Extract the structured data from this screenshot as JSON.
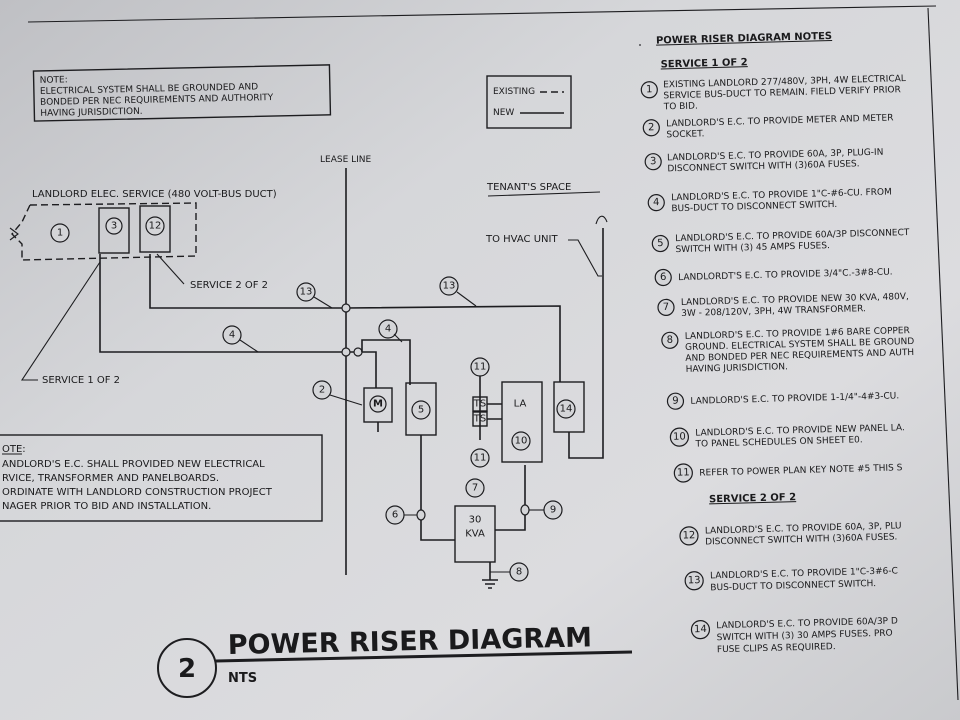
{
  "ground_note": {
    "heading": "NOTE:",
    "lines": [
      "ELECTRICAL SYSTEM SHALL BE GROUNDED AND",
      "BONDED PER NEC REQUIREMENTS AND AUTHORITY",
      "HAVING JURISDICTION."
    ]
  },
  "legend": {
    "existing": "EXISTING",
    "new": "NEW"
  },
  "diagram": {
    "lease_line": "LEASE LINE",
    "landlord_service": "LANDLORD ELEC. SERVICE (480 VOLT-BUS DUCT)",
    "tenants_space": "TENANT'S SPACE",
    "to_hvac": "TO HVAC UNIT",
    "service_2": "SERVICE 2 OF 2",
    "service_1": "SERVICE 1 OF 2",
    "meter": "M",
    "panel_la": "LA",
    "transformer_a": "30",
    "transformer_b": "KVA",
    "ts": "TS",
    "tags": {
      "n1": "1",
      "n2": "2",
      "n3": "3",
      "n4": "4",
      "n5": "5",
      "n6": "6",
      "n7": "7",
      "n8": "8",
      "n9": "9",
      "n10": "10",
      "n11": "11",
      "n12": "12",
      "n13": "13",
      "n14": "14"
    }
  },
  "bottom_note": {
    "heading": "OTE:",
    "lines": [
      "ANDLORD'S E.C. SHALL PROVIDED NEW ELECTRICAL",
      "RVICE, TRANSFORMER AND PANELBOARDS.",
      "ORDINATE WITH LANDLORD CONSTRUCTION PROJECT",
      "NAGER PRIOR TO BID AND INSTALLATION."
    ]
  },
  "title_block": {
    "number": "2",
    "title": "POWER RISER DIAGRAM",
    "scale": "NTS"
  },
  "notes": {
    "title": "POWER RISER DIAGRAM NOTES",
    "section1": "SERVICE 1 OF 2",
    "section2": "SERVICE 2 OF 2",
    "items": [
      {
        "num": "1",
        "lines": [
          "EXISTING LANDLORD 277/480V, 3PH, 4W ELECTRICAL",
          "SERVICE BUS-DUCT TO REMAIN.  FIELD VERIFY PRIOR",
          "TO BID."
        ]
      },
      {
        "num": "2",
        "lines": [
          "LANDLORD'S E.C. TO PROVIDE METER AND METER",
          "SOCKET."
        ]
      },
      {
        "num": "3",
        "lines": [
          "LANDLORD'S E.C. TO PROVIDE 60A, 3P, PLUG-IN",
          "DISCONNECT SWITCH WITH (3)60A FUSES."
        ]
      },
      {
        "num": "4",
        "lines": [
          "LANDLORD'S E.C. TO PROVIDE 1\"C-#6-CU. FROM",
          "BUS-DUCT TO DISCONNECT SWITCH."
        ]
      },
      {
        "num": "5",
        "lines": [
          "LANDLORD'S E.C. TO PROVIDE 60A/3P DISCONNECT",
          "SWITCH WITH (3) 45 AMPS FUSES."
        ]
      },
      {
        "num": "6",
        "lines": [
          "LANDLORDT'S E.C. TO PROVIDE 3/4\"C.-3#8-CU."
        ]
      },
      {
        "num": "7",
        "lines": [
          "LANDLORD'S E.C. TO PROVIDE NEW 30 KVA, 480V,",
          "3W - 208/120V, 3PH, 4W TRANSFORMER."
        ]
      },
      {
        "num": "8",
        "lines": [
          "LANDLORD'S E.C. TO PROVIDE 1#6 BARE COPPER",
          "GROUND.  ELECTRICAL SYSTEM SHALL BE GROUND",
          "AND BONDED PER NEC REQUIREMENTS AND AUTH",
          "HAVING JURISDICTION."
        ]
      },
      {
        "num": "9",
        "lines": [
          "LANDLORD'S E.C. TO PROVIDE 1-1/4\"-4#3-CU."
        ]
      },
      {
        "num": "10",
        "lines": [
          "LANDLORD'S E.C. TO PROVIDE NEW PANEL LA.",
          "TO PANEL SCHEDULES ON SHEET E0."
        ]
      },
      {
        "num": "11",
        "lines": [
          "REFER TO POWER PLAN KEY NOTE #5 THIS S"
        ]
      },
      {
        "num": "12",
        "lines": [
          "LANDLORD'S E.C. TO PROVIDE 60A, 3P, PLU",
          "DISCONNECT SWITCH WITH (3)60A FUSES."
        ]
      },
      {
        "num": "13",
        "lines": [
          "LANDLORD'S E.C. TO PROVIDE 1\"C-3#6-C",
          "BUS-DUCT TO DISCONNECT SWITCH."
        ]
      },
      {
        "num": "14",
        "lines": [
          "LANDLORD'S E.C. TO PROVIDE 60A/3P D",
          "SWITCH WITH (3) 30 AMPS FUSES. PRO",
          "FUSE CLIPS AS REQUIRED."
        ]
      }
    ]
  }
}
